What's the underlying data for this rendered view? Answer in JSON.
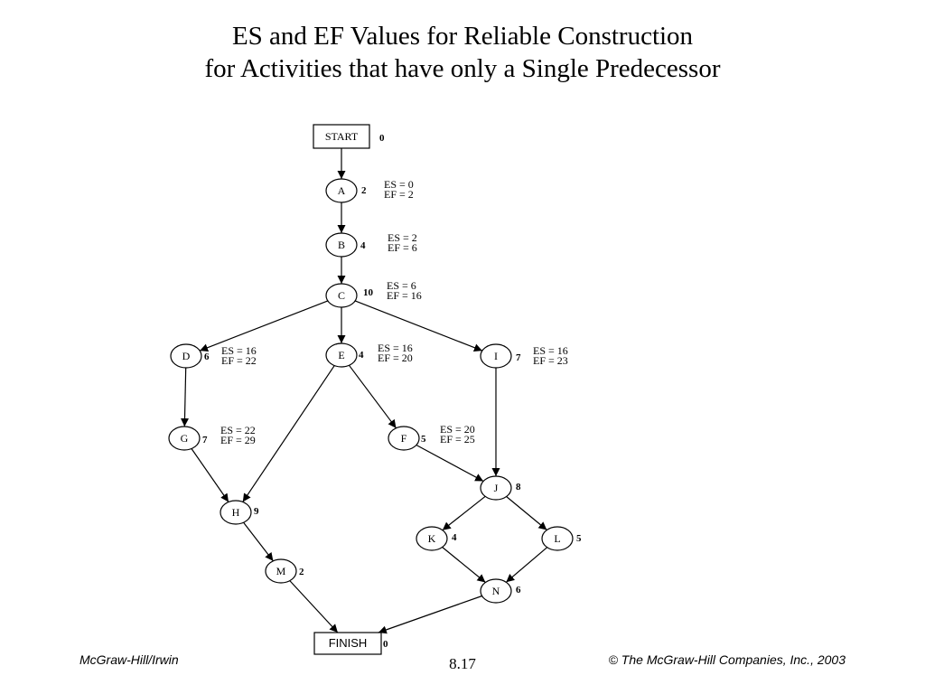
{
  "title": {
    "line1": "ES and EF Values for Reliable Construction",
    "line2": "for Activities that have only a Single Predecessor"
  },
  "footer": {
    "left": "McGraw-Hill/Irwin",
    "page": "8.17",
    "right": "© The McGraw-Hill Companies, Inc., 2003"
  },
  "nodes": [
    {
      "id": "START",
      "label": "START",
      "shape": "box",
      "duration": "0",
      "es": "",
      "ef": ""
    },
    {
      "id": "A",
      "label": "A",
      "shape": "circle",
      "duration": "2",
      "es": "ES = 0",
      "ef": "EF = 2"
    },
    {
      "id": "B",
      "label": "B",
      "shape": "circle",
      "duration": "4",
      "es": "ES = 2",
      "ef": "EF = 6"
    },
    {
      "id": "C",
      "label": "C",
      "shape": "circle",
      "duration": "10",
      "es": "ES = 6",
      "ef": "EF = 16"
    },
    {
      "id": "D",
      "label": "D",
      "shape": "circle",
      "duration": "6",
      "es": "ES = 16",
      "ef": "EF = 22"
    },
    {
      "id": "E",
      "label": "E",
      "shape": "circle",
      "duration": "4",
      "es": "ES = 16",
      "ef": "EF = 20"
    },
    {
      "id": "I",
      "label": "I",
      "shape": "circle",
      "duration": "7",
      "es": "ES = 16",
      "ef": "EF = 23"
    },
    {
      "id": "G",
      "label": "G",
      "shape": "circle",
      "duration": "7",
      "es": "ES = 22",
      "ef": "EF = 29"
    },
    {
      "id": "F",
      "label": "F",
      "shape": "circle",
      "duration": "5",
      "es": "ES = 20",
      "ef": "EF = 25"
    },
    {
      "id": "J",
      "label": "J",
      "shape": "circle",
      "duration": "8",
      "es": "",
      "ef": ""
    },
    {
      "id": "H",
      "label": "H",
      "shape": "circle",
      "duration": "9",
      "es": "",
      "ef": ""
    },
    {
      "id": "K",
      "label": "K",
      "shape": "circle",
      "duration": "4",
      "es": "",
      "ef": ""
    },
    {
      "id": "L",
      "label": "L",
      "shape": "circle",
      "duration": "5",
      "es": "",
      "ef": ""
    },
    {
      "id": "M",
      "label": "M",
      "shape": "circle",
      "duration": "2",
      "es": "",
      "ef": ""
    },
    {
      "id": "N",
      "label": "N",
      "shape": "circle",
      "duration": "6",
      "es": "",
      "ef": ""
    },
    {
      "id": "FINISH",
      "label": "FINISH",
      "shape": "box",
      "duration": "0",
      "es": "",
      "ef": ""
    }
  ],
  "edges": [
    [
      "START",
      "A"
    ],
    [
      "A",
      "B"
    ],
    [
      "B",
      "C"
    ],
    [
      "C",
      "D"
    ],
    [
      "C",
      "E"
    ],
    [
      "C",
      "I"
    ],
    [
      "D",
      "G"
    ],
    [
      "E",
      "H"
    ],
    [
      "E",
      "F"
    ],
    [
      "I",
      "J"
    ],
    [
      "G",
      "H"
    ],
    [
      "F",
      "J"
    ],
    [
      "J",
      "K"
    ],
    [
      "J",
      "L"
    ],
    [
      "H",
      "M"
    ],
    [
      "K",
      "N"
    ],
    [
      "L",
      "N"
    ],
    [
      "M",
      "FINISH"
    ],
    [
      "N",
      "FINISH"
    ]
  ]
}
